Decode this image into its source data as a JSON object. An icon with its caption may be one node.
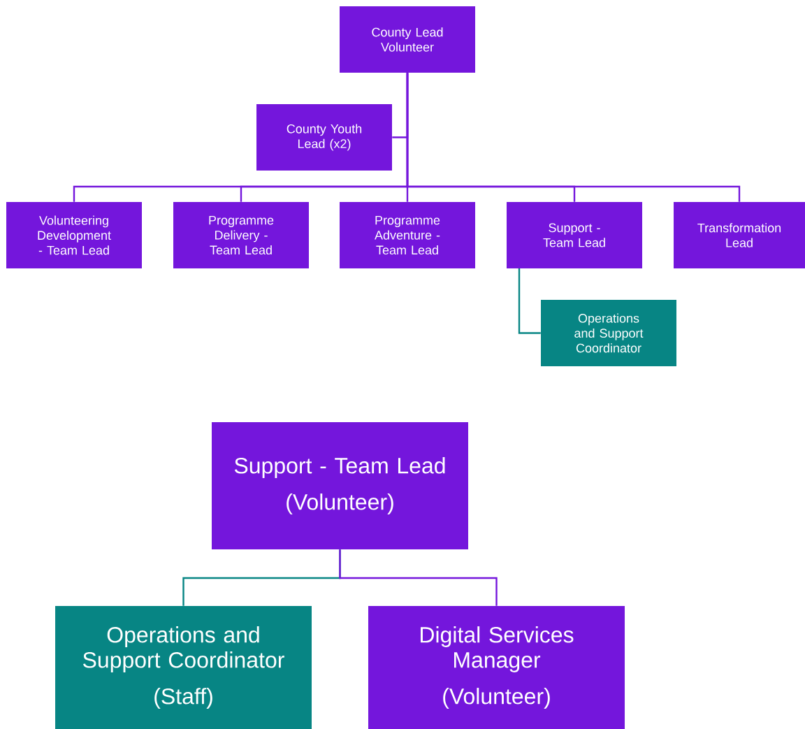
{
  "diagram": {
    "nodes": [
      {
        "text": [
          "County Lead Volunteer"
        ]
      },
      {
        "text": [
          "County Youth Lead (x2)"
        ]
      },
      {
        "text": [
          "Volunteering Development - Team Lead"
        ]
      },
      {
        "text": [
          "Programme Delivery - Team Lead"
        ]
      },
      {
        "text": [
          "Programme Adventure - Team Lead"
        ]
      },
      {
        "text": [
          "Support - Team Lead"
        ]
      },
      {
        "text": [
          "Transformation Lead"
        ]
      },
      {
        "text": [
          "Operations and Support Coordinator"
        ]
      },
      {
        "text": [
          "Support - Team Lead",
          "(Volunteer)"
        ]
      },
      {
        "text": [
          "Operations and Support Coordinator",
          "(Staff)"
        ]
      },
      {
        "text": [
          "Digital Services Manager",
          "(Volunteer)"
        ]
      }
    ],
    "edges": [
      {
        "from": 0,
        "to": 1,
        "arrow": "none"
      },
      {
        "from": 0,
        "to": 2,
        "arrow": "none"
      },
      {
        "from": 0,
        "to": 3,
        "arrow": "none"
      },
      {
        "from": 0,
        "to": 4,
        "arrow": "none"
      },
      {
        "from": 0,
        "to": 5,
        "arrow": "none"
      },
      {
        "from": 0,
        "to": 6,
        "arrow": "none"
      },
      {
        "from": 5,
        "to": 7,
        "arrow": "none",
        "color": "#078584"
      },
      {
        "from": 8,
        "to": 9,
        "arrow": "none",
        "color": "#078584"
      },
      {
        "from": 8,
        "to": 10,
        "arrow": "none"
      }
    ]
  }
}
